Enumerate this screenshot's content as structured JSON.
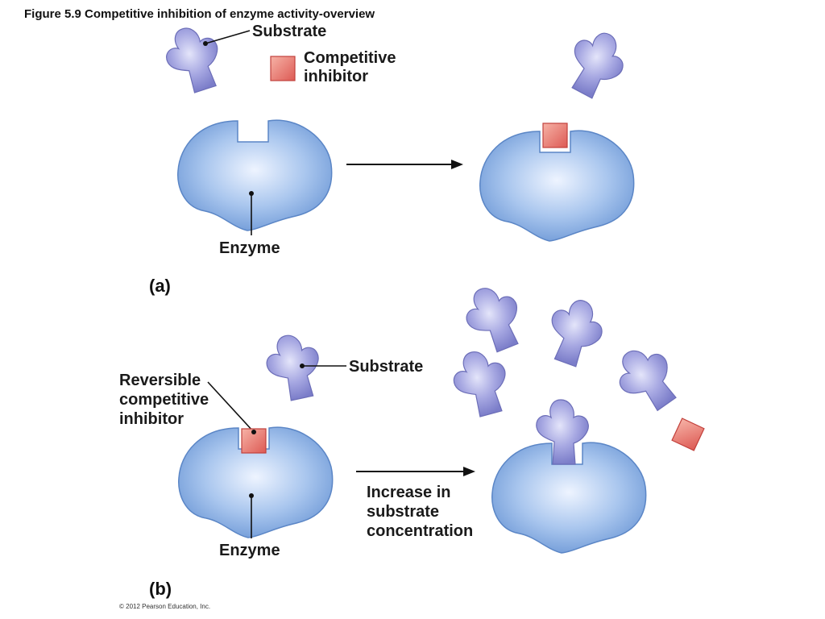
{
  "figure": {
    "title": "Figure 5.9  Competitive inhibition of enzyme activity-overview",
    "copyright": "© 2012 Pearson Education, Inc."
  },
  "panel_a": {
    "panel_label": "(a)",
    "substrate_label": "Substrate",
    "inhibitor_label_line1": "Competitive",
    "inhibitor_label_line2": "inhibitor",
    "enzyme_label": "Enzyme"
  },
  "panel_b": {
    "panel_label": "(b)",
    "substrate_label": "Substrate",
    "inhibitor_label_line1": "Reversible",
    "inhibitor_label_line2": "competitive",
    "inhibitor_label_line3": "inhibitor",
    "enzyme_label": "Enzyme",
    "arrow_label_line1": "Increase in",
    "arrow_label_line2": "substrate",
    "arrow_label_line3": "concentration"
  },
  "colors": {
    "enzyme": "#7da6dc",
    "substrate": "#8d8fd2",
    "inhibitor": "#e8706a"
  }
}
